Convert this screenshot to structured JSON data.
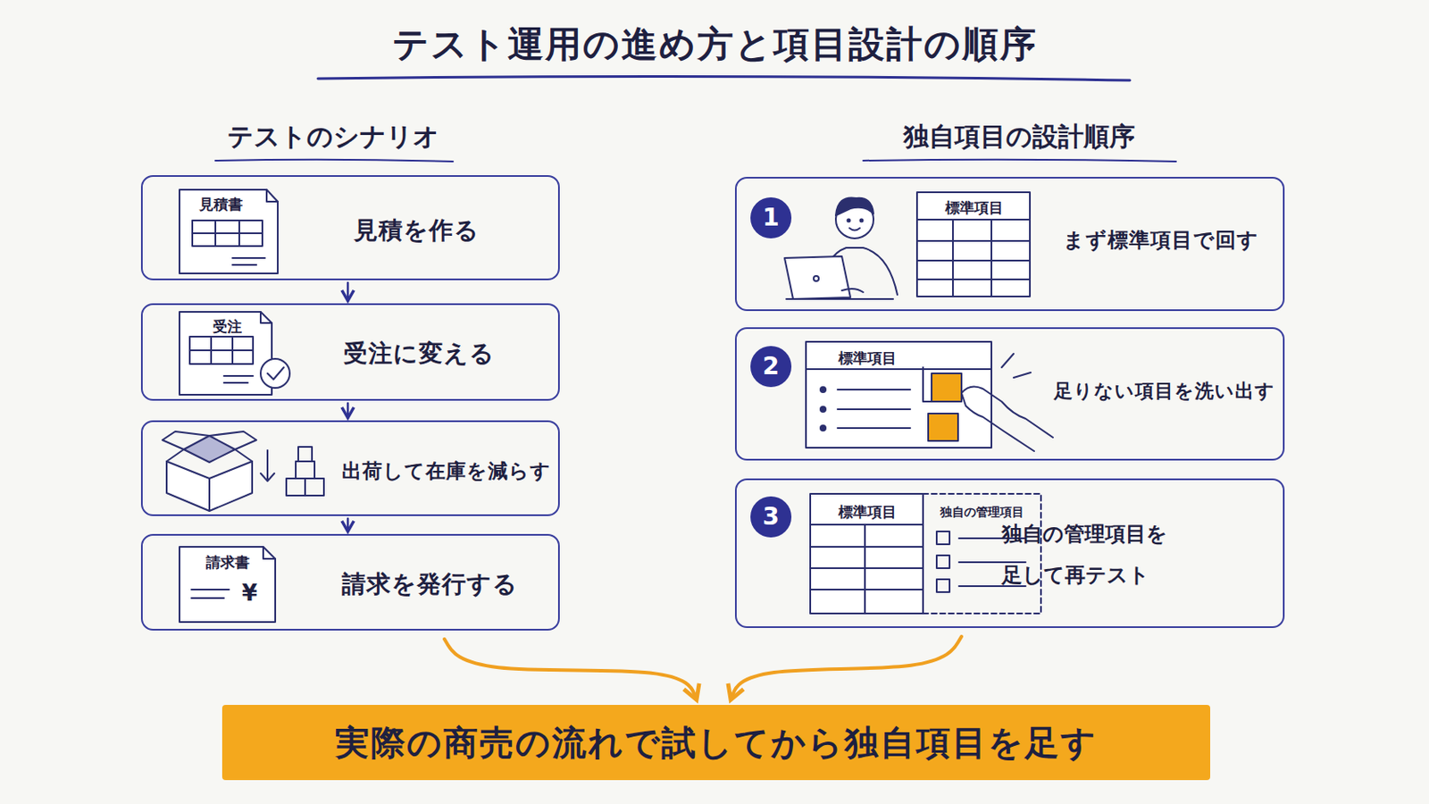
{
  "diagram": {
    "title": "テスト運用の進め方と項目設計の順序",
    "nodes": [
      {
        "text": [
          "見積書",
          "見積を作る"
        ]
      },
      {
        "text": [
          "受注",
          "受注に変える"
        ]
      },
      {
        "text": [
          "出荷して在庫を減らす"
        ]
      },
      {
        "text": [
          "請求書",
          "¥",
          "請求を発行する"
        ]
      },
      {
        "text": [
          "1",
          "標準項目",
          "まず標準項目で回す"
        ]
      },
      {
        "text": [
          "2",
          "標準項目",
          "足りない項目を洗い出す"
        ]
      },
      {
        "text": [
          "3",
          "標準項目",
          "独自の管理項目",
          "独自の管理項目を 足して再テスト"
        ]
      },
      {
        "text": [
          "実際の商売の流れで試してから独自項目を足す"
        ]
      }
    ],
    "edges": [
      {
        "from": 0,
        "to": 1,
        "arrow": "to"
      },
      {
        "from": 1,
        "to": 2,
        "arrow": "to"
      },
      {
        "from": 2,
        "to": 3,
        "arrow": "to"
      },
      {
        "from": 3,
        "to": 7,
        "arrow": "to"
      },
      {
        "from": 6,
        "to": 7,
        "arrow": "to"
      }
    ],
    "labels": [
      "テストのシナリオ",
      "独自項目の設計順序"
    ]
  }
}
